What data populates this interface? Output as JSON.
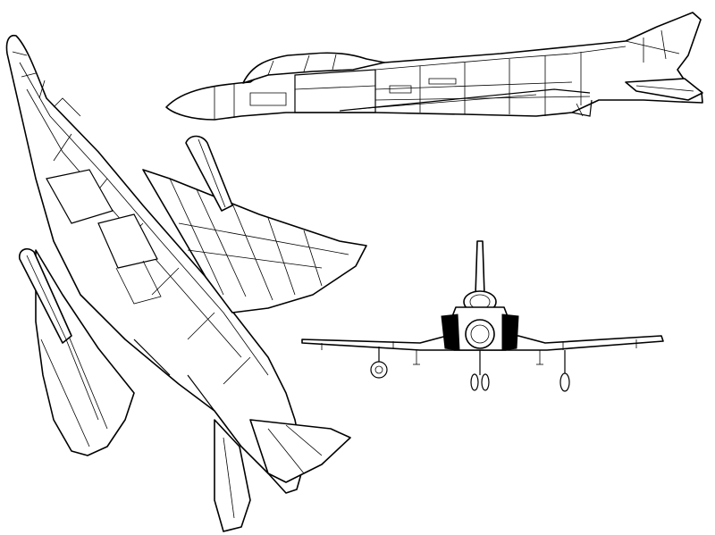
{
  "drawing": {
    "subject": "F-4 Phantom II",
    "views": [
      "side",
      "plan-underside",
      "front"
    ],
    "line_color": "#000000",
    "background_color": "#ffffff"
  }
}
